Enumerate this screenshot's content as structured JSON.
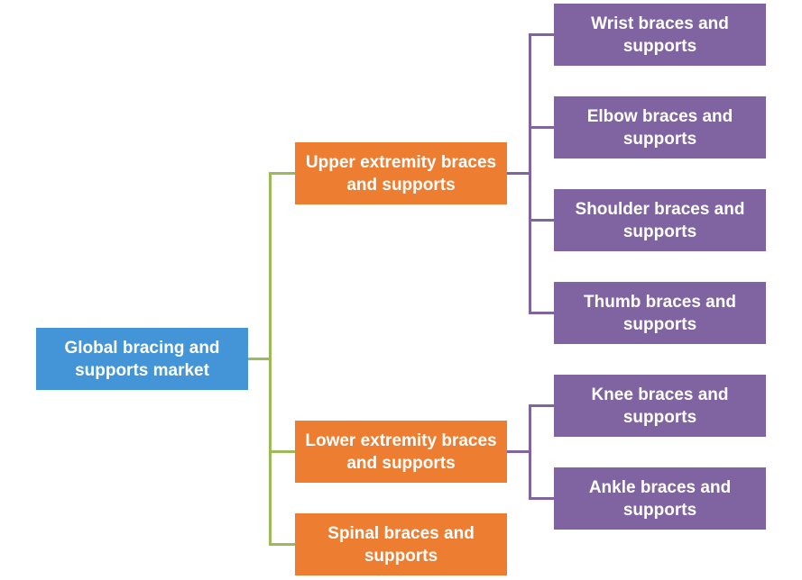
{
  "diagram": {
    "root": {
      "label": "Global bracing and supports market"
    },
    "categories": [
      {
        "label": "Upper extremity braces and supports",
        "children": [
          {
            "label": "Wrist braces and supports"
          },
          {
            "label": "Elbow braces and supports"
          },
          {
            "label": "Shoulder braces and supports"
          },
          {
            "label": "Thumb braces and supports"
          }
        ]
      },
      {
        "label": "Lower extremity braces and supports",
        "children": [
          {
            "label": "Knee braces and supports"
          },
          {
            "label": "Ankle braces and supports"
          }
        ]
      },
      {
        "label": "Spinal braces and supports",
        "children": []
      }
    ],
    "colors": {
      "root": "#4494d8",
      "category": "#ed7d31",
      "leaf": "#8064a2",
      "root_connector": "#9bbb59",
      "leaf_connector": "#8064a2"
    }
  }
}
